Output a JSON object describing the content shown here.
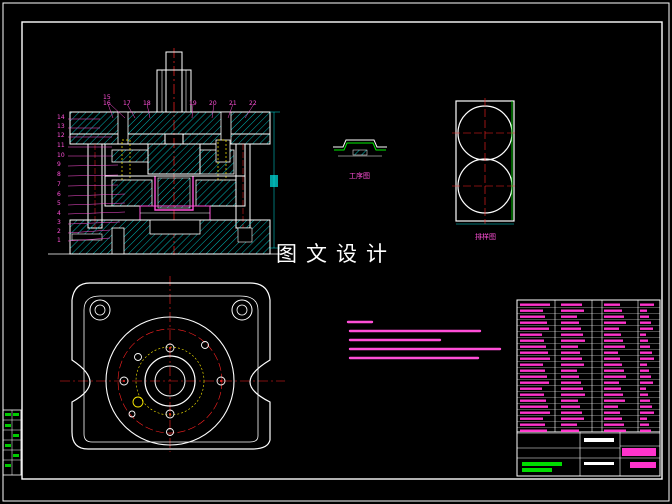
{
  "watermark_text": "图文设计",
  "view_captions": {
    "workpiece": "工序图",
    "layout": "排样图"
  },
  "assembly_part_numbers": [
    "1",
    "2",
    "3",
    "4",
    "5",
    "6",
    "7",
    "8",
    "9",
    "10",
    "11",
    "12",
    "13",
    "14",
    "15",
    "16",
    "17",
    "18",
    "19",
    "20",
    "21",
    "22"
  ],
  "colors": {
    "outline": "#ffffff",
    "centerline": "#ff2222",
    "annotation": "#ff4fd8",
    "hatch": "#00e5e5",
    "spring": "#ffee00",
    "table_text": "#ff33cc",
    "table_accent": "#00dd00"
  }
}
